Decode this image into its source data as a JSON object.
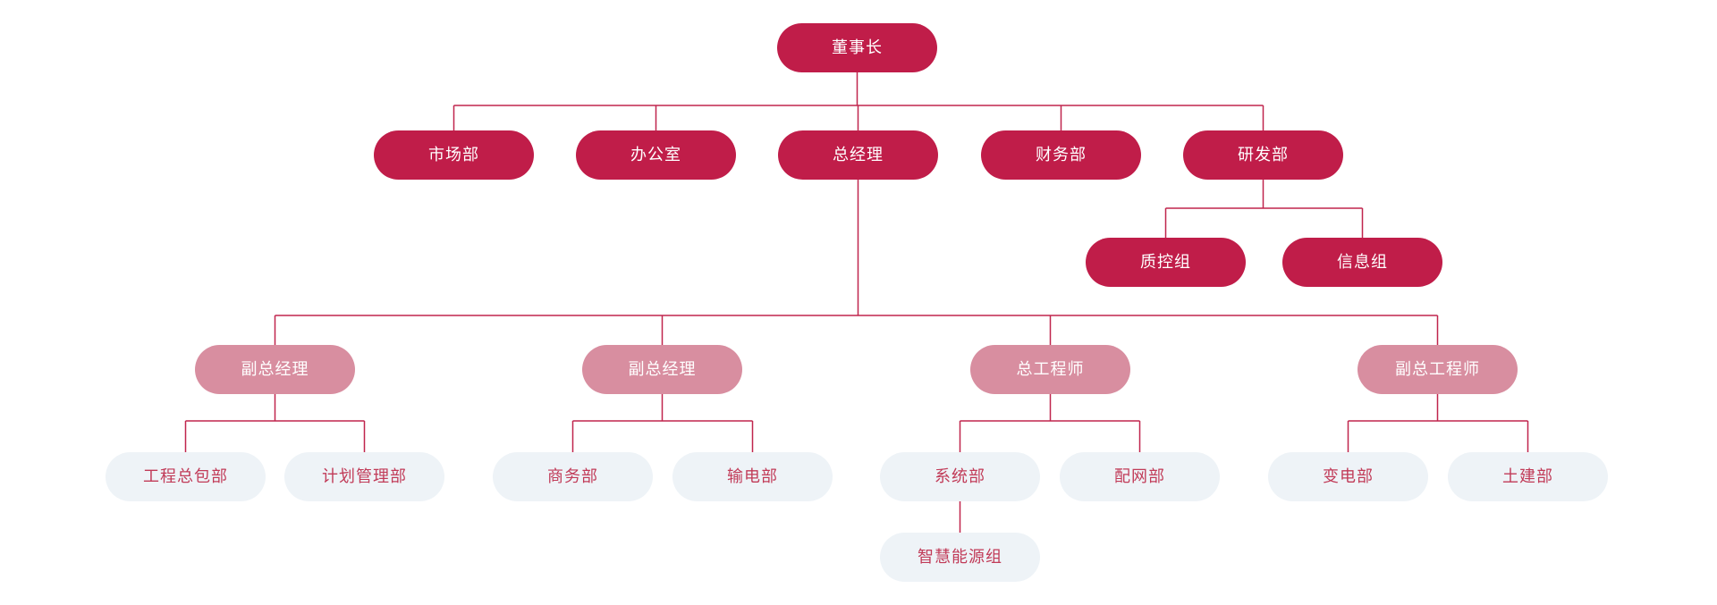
{
  "diagram": {
    "type": "org-chart",
    "colors": {
      "primary_node_bg": "#c01d49",
      "secondary_node_bg": "#d88ea0",
      "leaf_node_bg": "#eef3f7",
      "leaf_node_text": "#c13b58",
      "node_text_on_dark": "#ffffff",
      "connector_line": "#c0254d",
      "background": "#ffffff"
    }
  },
  "nodes": [
    {
      "id": "chairman",
      "label": "董事长",
      "level": "primary",
      "parent": null
    },
    {
      "id": "marketing",
      "label": "市场部",
      "level": "primary",
      "parent": "chairman"
    },
    {
      "id": "office",
      "label": "办公室",
      "level": "primary",
      "parent": "chairman"
    },
    {
      "id": "general-manager",
      "label": "总经理",
      "level": "primary",
      "parent": "chairman"
    },
    {
      "id": "finance",
      "label": "财务部",
      "level": "primary",
      "parent": "chairman"
    },
    {
      "id": "rnd",
      "label": "研发部",
      "level": "primary",
      "parent": "chairman"
    },
    {
      "id": "qc-group",
      "label": "质控组",
      "level": "primary",
      "parent": "rnd"
    },
    {
      "id": "info-group",
      "label": "信息组",
      "level": "primary",
      "parent": "rnd"
    },
    {
      "id": "deputy-gm-1",
      "label": "副总经理",
      "level": "secondary",
      "parent": "general-manager"
    },
    {
      "id": "deputy-gm-2",
      "label": "副总经理",
      "level": "secondary",
      "parent": "general-manager"
    },
    {
      "id": "chief-engineer",
      "label": "总工程师",
      "level": "secondary",
      "parent": "general-manager"
    },
    {
      "id": "deputy-chief-eng",
      "label": "副总工程师",
      "level": "secondary",
      "parent": "general-manager"
    },
    {
      "id": "epc",
      "label": "工程总包部",
      "level": "leaf",
      "parent": "deputy-gm-1"
    },
    {
      "id": "planning",
      "label": "计划管理部",
      "level": "leaf",
      "parent": "deputy-gm-1"
    },
    {
      "id": "commerce",
      "label": "商务部",
      "level": "leaf",
      "parent": "deputy-gm-2"
    },
    {
      "id": "transmission",
      "label": "输电部",
      "level": "leaf",
      "parent": "deputy-gm-2"
    },
    {
      "id": "systems",
      "label": "系统部",
      "level": "leaf",
      "parent": "chief-engineer"
    },
    {
      "id": "distribution",
      "label": "配网部",
      "level": "leaf",
      "parent": "chief-engineer"
    },
    {
      "id": "substation",
      "label": "变电部",
      "level": "leaf",
      "parent": "deputy-chief-eng"
    },
    {
      "id": "civil",
      "label": "土建部",
      "level": "leaf",
      "parent": "deputy-chief-eng"
    },
    {
      "id": "smart-energy",
      "label": "智慧能源组",
      "level": "leaf",
      "parent": "systems"
    }
  ]
}
